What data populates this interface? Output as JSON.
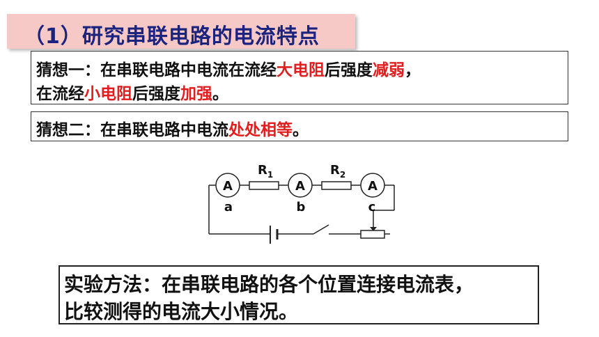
{
  "title": "（1）研究串联电路的电流特点",
  "hypothesis1": {
    "line1_prefix": "猜想一：在串联电路中电流在流经",
    "line1_red1": "大电阻",
    "line1_mid": "后强度",
    "line1_red2": "减弱",
    "line1_end": "，",
    "line2_prefix": "在流经",
    "line2_red1": "小电阻",
    "line2_mid": "后强度",
    "line2_red2": "加强",
    "line2_end": "。"
  },
  "hypothesis2": {
    "prefix": "猜想二：在串联电路中电流",
    "red": "处处相等",
    "end": "。"
  },
  "circuit": {
    "ammeter_symbol": "A",
    "resistor1": "R",
    "resistor1_sub": "1",
    "resistor2": "R",
    "resistor2_sub": "2",
    "point_a": "a",
    "point_b": "b",
    "point_c": "c"
  },
  "method": {
    "line1": "实验方法：在串联电路的各个位置连接电流表，",
    "line2": "比较测得的电流大小情况。"
  },
  "colors": {
    "title_bg": "#f7c9c6",
    "title_text": "#1a237e",
    "highlight": "#e11e1e"
  }
}
